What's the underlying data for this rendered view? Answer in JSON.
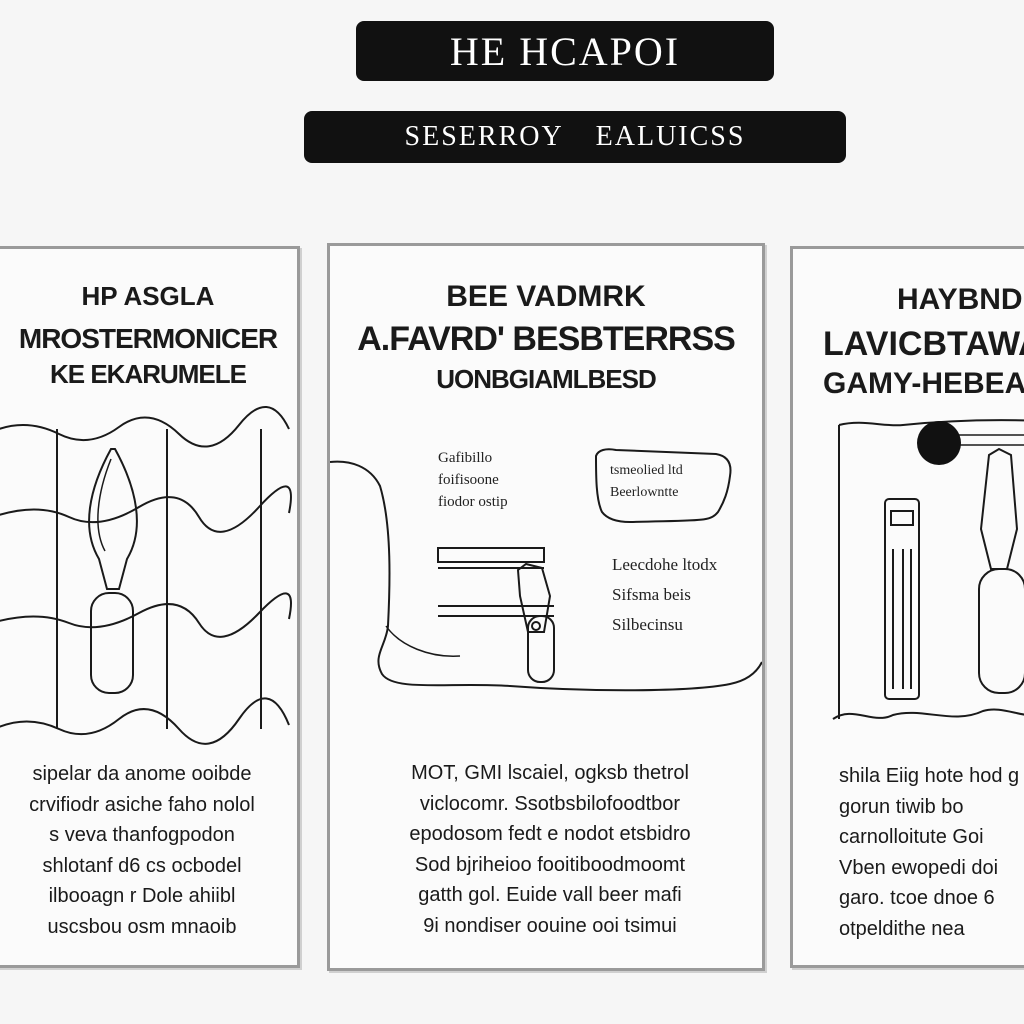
{
  "header": {
    "title": "HE HCAPOI",
    "subtitle": "SESERROY EALUICSS"
  },
  "panels": [
    {
      "heading": [
        "HP ASGLA",
        "MROSTERMONICER",
        "KE EKARUMELE"
      ],
      "body": [
        "sipelar da anome ooibde",
        "crvifiodr asiche faho nolol",
        "s veva thanfogpodon",
        "shlotanf d6 cs ocbodel",
        "ilbooagn r Dole ahiibl",
        "uscsbou osm mnaoib"
      ]
    },
    {
      "heading": [
        "BEE VADMRK",
        "A.FAVRD' BESBTERRSS",
        "UONBGIAMLBESD"
      ],
      "callouts_left": [
        "Gafibillo",
        "foifisoone",
        "fiodor ostip"
      ],
      "callout_bubble": [
        "tsmeolied ltd",
        "Beerlowntte"
      ],
      "callouts_right": [
        "Leecdohe ltodx",
        "Sifsma beis",
        "Silbecinsu"
      ],
      "body": [
        "MOT, GMI lscaiel, ogksb thetrol",
        "viclocomr. Ssotbsbilofoodtbor",
        "epodosom fedt e nodot etsbidro",
        "Sod bjriheioo fooitiboodmoomt",
        "gatth gol. Euide vall beer mafi",
        "9i nondiser oouine ooi tsimui"
      ]
    },
    {
      "heading": [
        "HAYBNDR",
        "LAVICBTAWAI",
        "GAMY-HEBEAK"
      ],
      "body": [
        "shila Eiig hote hod g",
        "gorun tiwib bo",
        "carnolloitute Goi",
        "Vben ewopedi doi",
        "garo. tcoe dnoe 6",
        "otpeldithe nea"
      ]
    }
  ]
}
